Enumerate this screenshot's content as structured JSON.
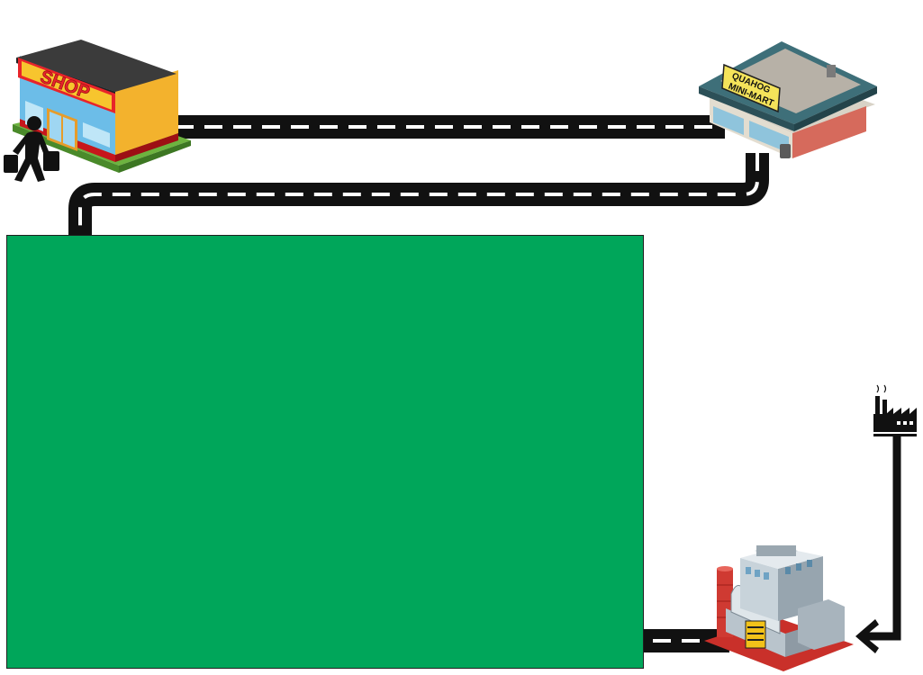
{
  "diagram": {
    "colors": {
      "road": "#111111",
      "road_dash": "#ffffff",
      "panel": "#00a65a",
      "shop_sign": "#e8242a",
      "shop_body": "#f5b731",
      "minimart_roof": "#3e6f79",
      "factory_stack": "#cf3a32"
    },
    "shop": {
      "sign_text": "SHOP",
      "icon": "shop-building-icon"
    },
    "shopper": {
      "icon": "shopper-with-bags-icon"
    },
    "minimart": {
      "sign_line1": "QUAHOG",
      "sign_line2": "MINI-MART",
      "icon": "mini-mart-building-icon"
    },
    "factory_small": {
      "icon": "factory-icon"
    },
    "factory_large": {
      "icon": "factory-building-icon"
    },
    "panel": {
      "icon": "green-panel"
    }
  }
}
